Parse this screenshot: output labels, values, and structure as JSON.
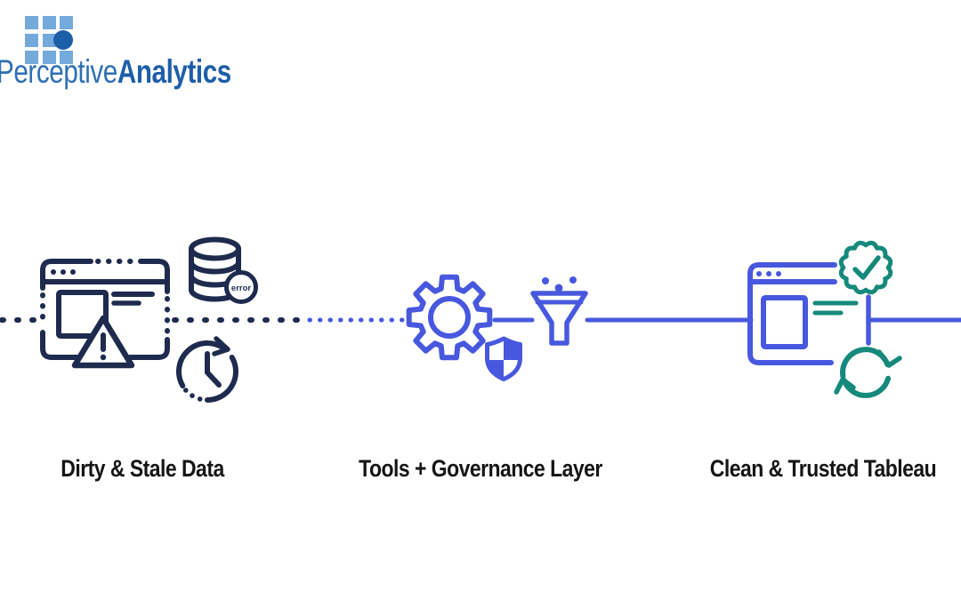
{
  "logo": {
    "name_regular": "Perceptive",
    "name_bold": "Analytics",
    "grid_icon": "squares-grid-with-dot"
  },
  "flow": {
    "stages": [
      {
        "label": "Dirty & Stale Data",
        "icons": [
          "error-browser-window-icon",
          "error-database-icon",
          "stale-clock-icon"
        ],
        "badge_text": "error",
        "accent": "#1e2b4e",
        "connector_style": "dotted"
      },
      {
        "label": "Tools + Governance Layer",
        "icons": [
          "gear-icon",
          "security-shield-icon",
          "data-funnel-icon"
        ],
        "accent": "#4858de",
        "connector_style": "dashed-to-solid"
      },
      {
        "label": "Clean & Trusted Tableau",
        "icons": [
          "dashboard-window-icon",
          "verified-badge-icon",
          "refresh-sync-icon"
        ],
        "accent": "#4858de",
        "connector_style": "solid"
      }
    ]
  },
  "colors": {
    "background": "#ffffff",
    "navy": "#1e2b4e",
    "blue": "#4858de",
    "teal": "#15897b",
    "label_text": "#151515",
    "logo_light_blue": "#74a9dc",
    "logo_dark_blue": "#1d5ea8",
    "logo_regular_blue": "#2e6fb4"
  }
}
